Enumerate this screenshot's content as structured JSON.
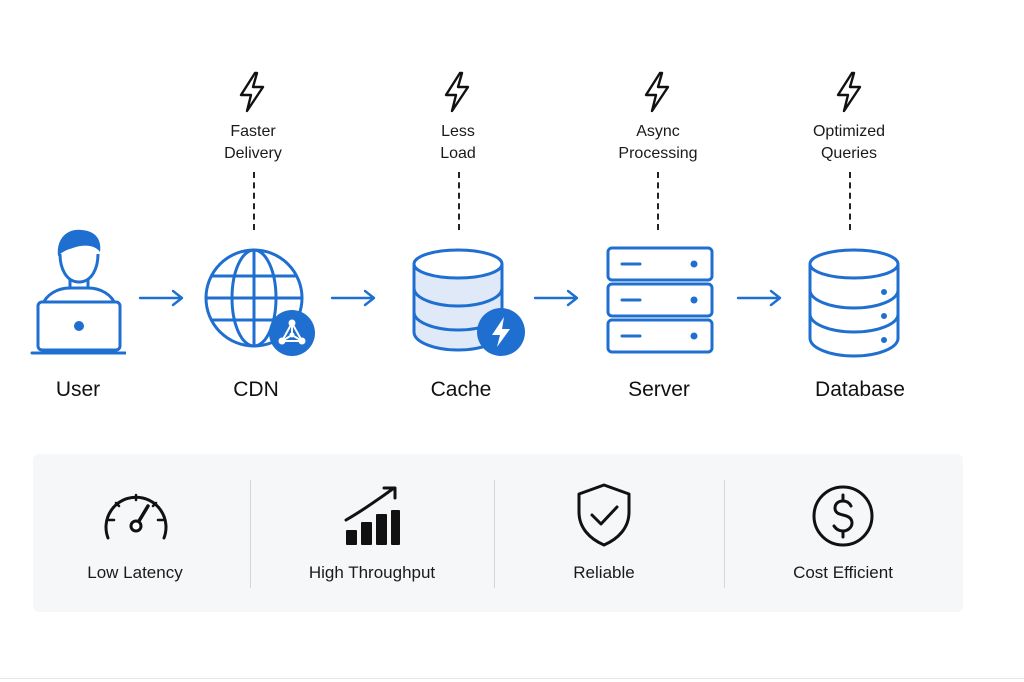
{
  "accent_color": "#1f6fd1",
  "nodes": [
    {
      "label": "User",
      "icon": "user-laptop-icon"
    },
    {
      "label": "CDN",
      "icon": "globe-icon",
      "badge_icon": "network-icon"
    },
    {
      "label": "Cache",
      "icon": "cache-database-icon",
      "badge_icon": "lightning-icon"
    },
    {
      "label": "Server",
      "icon": "server-rack-icon"
    },
    {
      "label": "Database",
      "icon": "database-icon"
    }
  ],
  "benefits": [
    {
      "line1": "Faster",
      "line2": "Delivery",
      "icon": "lightning-icon"
    },
    {
      "line1": "Less",
      "line2": "Load",
      "icon": "lightning-icon"
    },
    {
      "line1": "Async",
      "line2": "Processing",
      "icon": "lightning-icon"
    },
    {
      "line1": "Optimized",
      "line2": "Queries",
      "icon": "lightning-icon"
    }
  ],
  "features": [
    {
      "label": "Low Latency",
      "icon": "speedometer-icon"
    },
    {
      "label": "High Throughput",
      "icon": "growth-chart-icon"
    },
    {
      "label": "Reliable",
      "icon": "shield-check-icon"
    },
    {
      "label": "Cost Efficient",
      "icon": "dollar-coin-icon"
    }
  ]
}
